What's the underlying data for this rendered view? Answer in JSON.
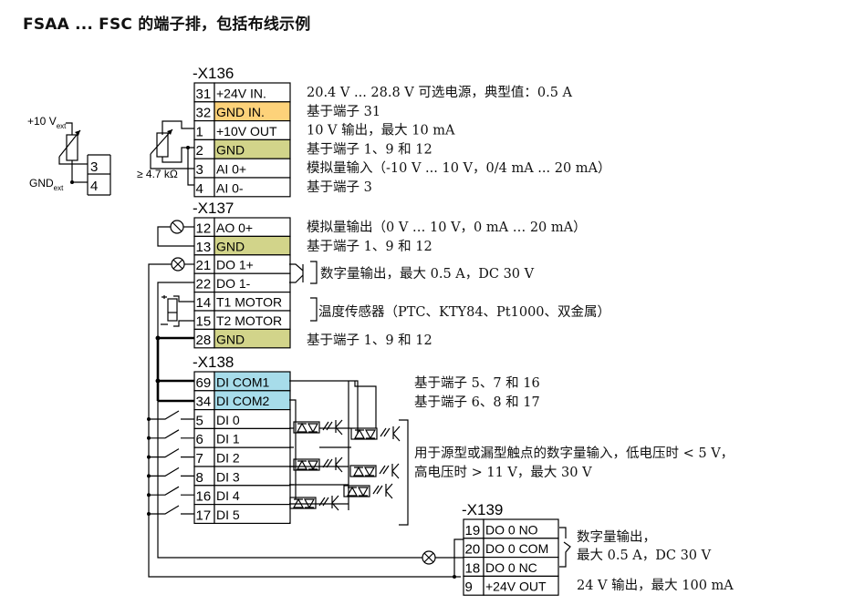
{
  "title": "FSAA ... FSC 的端子排，包括布线示例",
  "colors": {
    "orange": "#fdd27a",
    "olive": "#d2d48a",
    "cyan": "#a7dcea",
    "white": "#ffffff",
    "line": "#000000"
  },
  "external_pot": {
    "vext_label": "+10 V",
    "vext_sub": "ext",
    "gnd_label": "GND",
    "gnd_sub": "ext",
    "terminals": [
      "3",
      "4"
    ]
  },
  "pot_resistance_label": "≥ 4.7 kΩ",
  "blocks": [
    {
      "name": "-X136",
      "terminals": [
        {
          "num": "31",
          "signal": "+24V IN.",
          "color": "white",
          "desc": "20.4 V ... 28.8 V 可选电源，典型值：0.5 A"
        },
        {
          "num": "32",
          "signal": "GND IN.",
          "color": "orange",
          "desc": "基于端子 31"
        },
        {
          "num": "1",
          "signal": "+10V OUT",
          "color": "white",
          "desc": "10 V 输出，最大 10 mA"
        },
        {
          "num": "2",
          "signal": "GND",
          "color": "olive",
          "desc": "基于端子 1、9 和 12"
        },
        {
          "num": "3",
          "signal": "AI 0+",
          "color": "white",
          "desc": "模拟量输入（-10 V ... 10 V，0/4 mA ... 20 mA）"
        },
        {
          "num": "4",
          "signal": "AI 0-",
          "color": "white",
          "desc": "基于端子 3"
        }
      ]
    },
    {
      "name": "-X137",
      "terminals": [
        {
          "num": "12",
          "signal": "AO 0+",
          "color": "white",
          "desc": "模拟量输出（0 V … 10 V，0 mA … 20 mA）"
        },
        {
          "num": "13",
          "signal": "GND",
          "color": "olive",
          "desc": "基于端子 1、9 和 12"
        },
        {
          "num": "21",
          "signal": "DO 1+",
          "color": "white",
          "desc": ""
        },
        {
          "num": "22",
          "signal": "DO 1-",
          "color": "white",
          "desc": ""
        },
        {
          "num": "14",
          "signal": "T1 MOTOR",
          "color": "white",
          "desc": ""
        },
        {
          "num": "15",
          "signal": "T2 MOTOR",
          "color": "white",
          "desc": ""
        },
        {
          "num": "28",
          "signal": "GND",
          "color": "olive",
          "desc": "基于端子 1、9 和 12"
        }
      ],
      "group_descs": {
        "do1": "数字量输出，最大 0.5 A，DC 30 V",
        "temp": "温度传感器（PTC、KTY84、Pt1000、双金属）"
      }
    },
    {
      "name": "-X138",
      "terminals": [
        {
          "num": "69",
          "signal": "DI COM1",
          "color": "cyan",
          "desc": "基于端子 5、7 和 16"
        },
        {
          "num": "34",
          "signal": "DI COM2",
          "color": "cyan",
          "desc": "基于端子 6、8 和 17"
        },
        {
          "num": "5",
          "signal": "DI 0",
          "color": "white"
        },
        {
          "num": "6",
          "signal": "DI 1",
          "color": "white"
        },
        {
          "num": "7",
          "signal": "DI 2",
          "color": "white"
        },
        {
          "num": "8",
          "signal": "DI 3",
          "color": "white"
        },
        {
          "num": "16",
          "signal": "DI 4",
          "color": "white"
        },
        {
          "num": "17",
          "signal": "DI 5",
          "color": "white"
        }
      ],
      "group_desc_line1": "用于源型或漏型触点的数字量输入，低电压时 < 5 V，",
      "group_desc_line2": "高电压时 > 11 V，最大 30 V"
    },
    {
      "name": "-X139",
      "terminals": [
        {
          "num": "19",
          "signal": "DO 0 NO",
          "color": "white"
        },
        {
          "num": "20",
          "signal": "DO 0 COM",
          "color": "white"
        },
        {
          "num": "18",
          "signal": "DO 0 NC",
          "color": "white"
        },
        {
          "num": "9",
          "signal": "+24V OUT",
          "color": "white",
          "desc": "24 V 输出，最大 100 mA"
        }
      ],
      "group_desc_line1": "数字量输出，",
      "group_desc_line2": "最大 0.5 A，DC 30 V"
    }
  ]
}
